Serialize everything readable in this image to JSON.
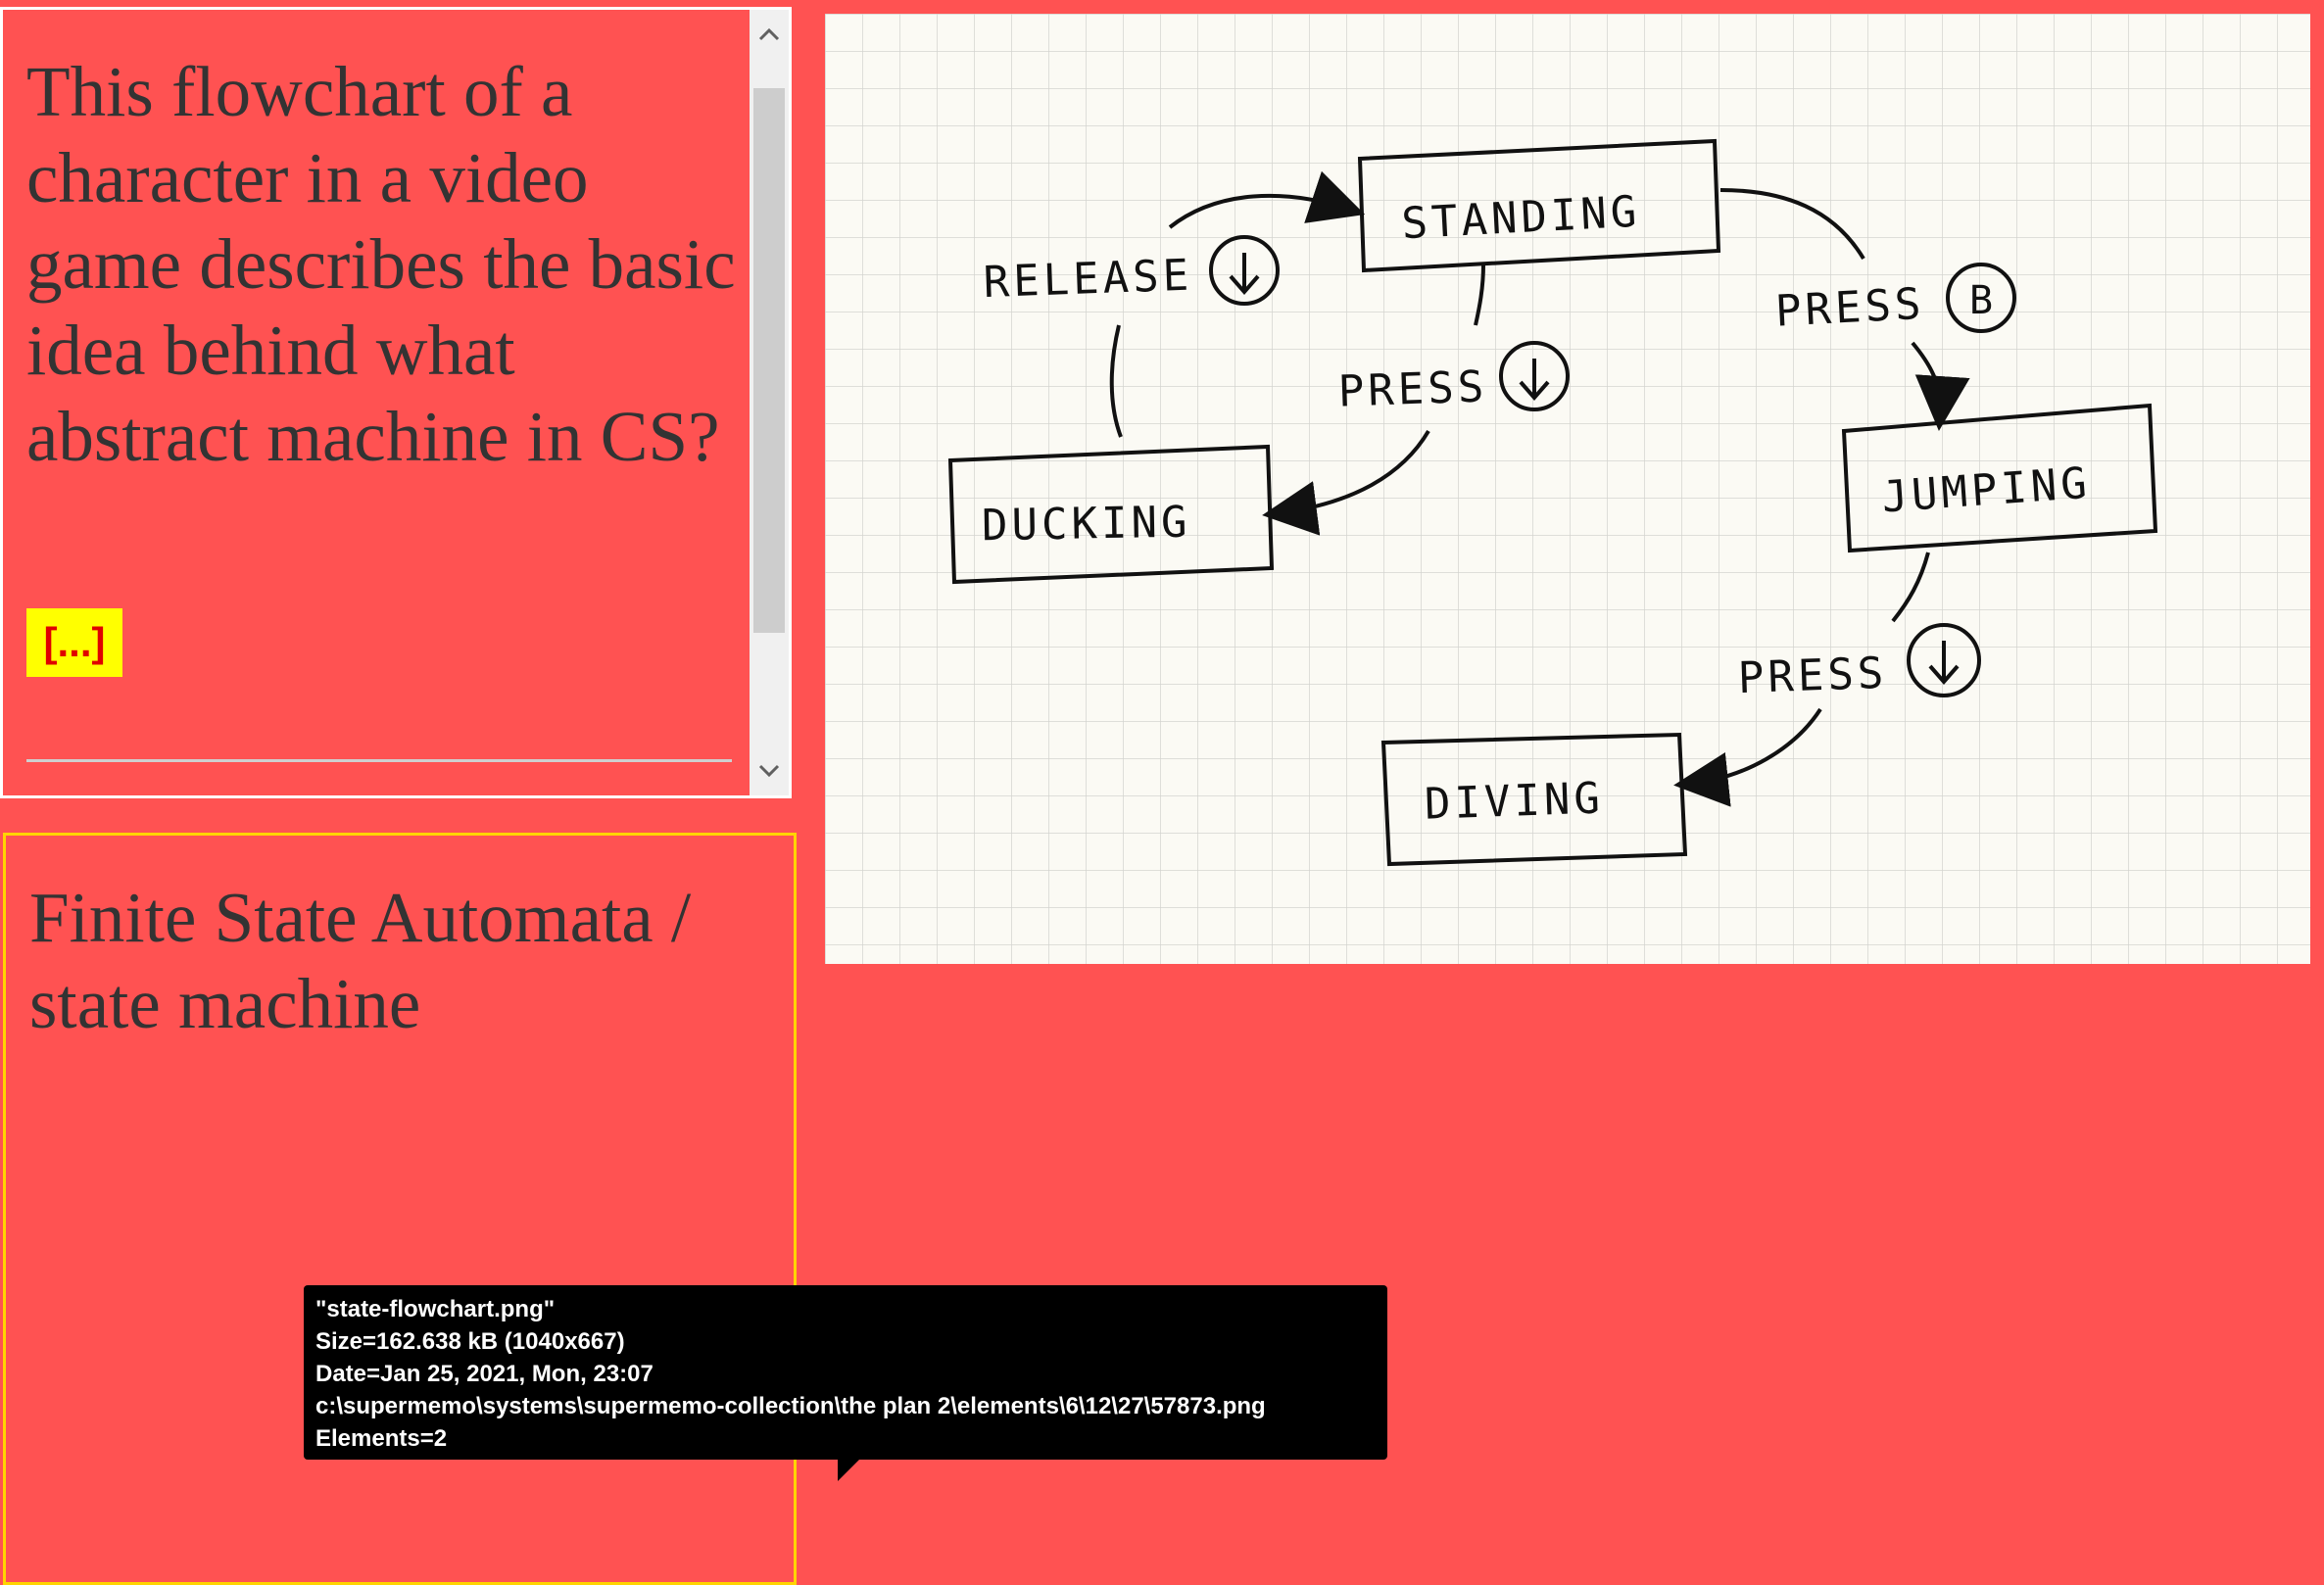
{
  "question": {
    "text": "This flowchart of a character in a video game describes the basic idea behind what abstract machine in CS?",
    "cloze": "[...]"
  },
  "scrollbar": {
    "up_icon": "chevron-up-icon",
    "down_icon": "chevron-down-icon"
  },
  "answer": {
    "text": "Finite State Automata / state machine"
  },
  "image": {
    "states": {
      "standing": "STANDING",
      "ducking": "DUCKING",
      "jumping": "JUMPING",
      "diving": "DIVING"
    },
    "transitions": {
      "release_down": "RELEASE",
      "press_down_standing": "PRESS",
      "press_b": "PRESS",
      "press_down_jumping": "PRESS"
    },
    "button_symbols": {
      "b": "B",
      "down": "down-arrow-icon"
    }
  },
  "tooltip": {
    "filename": "\"state-flowchart.png\"",
    "size": "Size=162.638 kB (1040x667)",
    "date": "Date=Jan 25, 2021, Mon, 23:07",
    "path": "c:\\supermemo\\systems\\supermemo-collection\\the plan 2\\elements\\6\\12\\27\\57873.png",
    "elements": "Elements=2"
  },
  "colors": {
    "background": "#ff5252",
    "cloze_bg": "#ffff00",
    "cloze_text": "#e00000",
    "answer_border": "#ffd400",
    "image_bg": "#fbfaf4",
    "tooltip_bg": "#000000"
  }
}
